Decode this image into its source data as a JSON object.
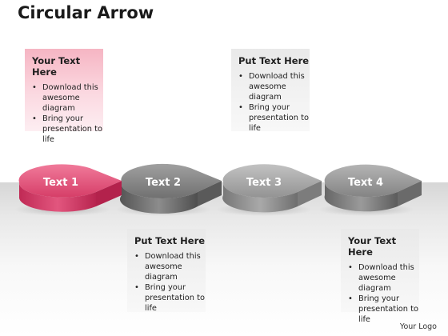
{
  "title": "Circular Arrow",
  "steps": [
    {
      "label": "Text 1",
      "color": "#e0507a"
    },
    {
      "label": "Text 2",
      "color": "#8a8a8a"
    },
    {
      "label": "Text 3",
      "color": "#a6a6a6"
    },
    {
      "label": "Text 4",
      "color": "#9a9a9a"
    }
  ],
  "callouts": [
    {
      "title": "Your Text Here",
      "bullets": [
        "Download this awesome diagram",
        "Bring your presentation to life"
      ]
    },
    {
      "title": "Put Text Here",
      "bullets": [
        "Download this awesome diagram",
        "Bring your presentation to life"
      ]
    },
    {
      "title": "Put Text Here",
      "bullets": [
        "Download this awesome diagram",
        "Bring your presentation to life"
      ]
    },
    {
      "title": "Your Text Here",
      "bullets": [
        "Download this awesome diagram",
        "Bring your presentation to life"
      ]
    }
  ],
  "logo": "Your Logo"
}
